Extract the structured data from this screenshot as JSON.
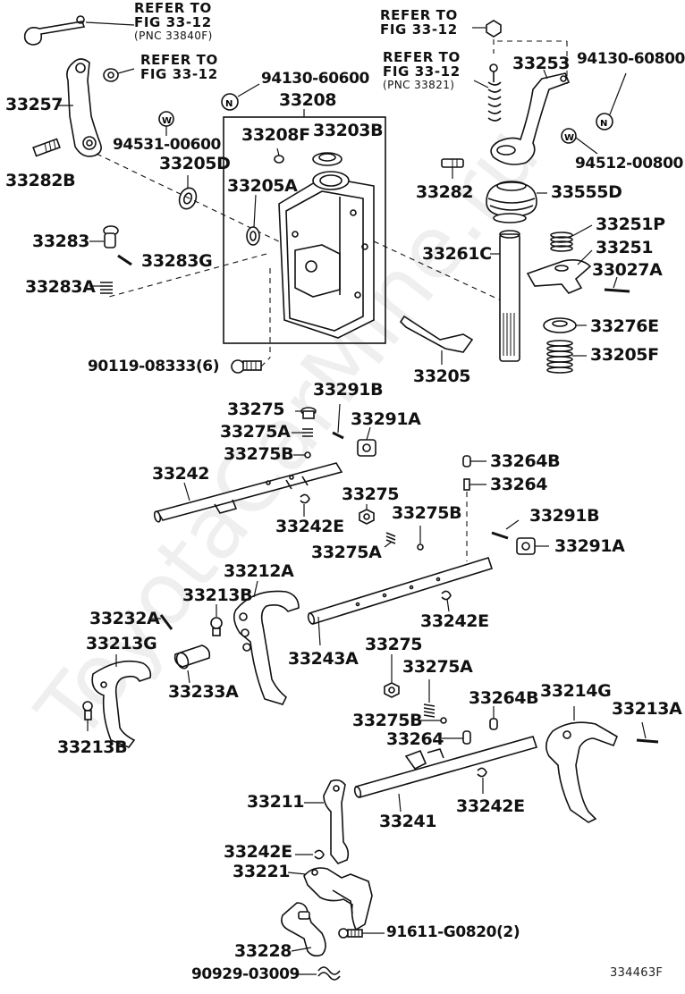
{
  "diagram": {
    "refs": {
      "ref1": {
        "line1": "REFER TO",
        "line2": "FIG 33-12",
        "pnc": "(PNC 33840F)"
      },
      "ref2": {
        "line1": "REFER TO",
        "line2": "FIG 33-12"
      },
      "ref3": {
        "line1": "REFER TO",
        "line2": "FIG 33-12"
      },
      "ref4": {
        "line1": "REFER TO",
        "line2": "FIG 33-12",
        "pnc": "(PNC 33821)"
      }
    },
    "parts": {
      "p33257": "33257",
      "p33282B": "33282B",
      "p94531": "94531-00600",
      "p33205D": "33205D",
      "p94130a": "94130-60600",
      "p33208": "33208",
      "p33208F": "33208F",
      "p33203B": "33203B",
      "p33205A": "33205A",
      "p33283": "33283",
      "p33283G": "33283G",
      "p33283A": "33283A",
      "p90119": "90119-08333(6)",
      "p33253": "33253",
      "p94130b": "94130-60800",
      "p94512": "94512-00800",
      "p33282": "33282",
      "p33555D": "33555D",
      "p33251P": "33251P",
      "p33251": "33251",
      "p33261C": "33261C",
      "p33027A": "33027A",
      "p33276E": "33276E",
      "p33205F": "33205F",
      "p33205": "33205",
      "p33275a": "33275",
      "p33275Aa": "33275A",
      "p33275Ba": "33275B",
      "p33291Ba": "33291B",
      "p33291Aa": "33291A",
      "p33242": "33242",
      "p33242Ea": "33242E",
      "p33264B": "33264B",
      "p33264": "33264",
      "p33275b": "33275",
      "p33275Bb": "33275B",
      "p33275Ab": "33275A",
      "p33291Bb": "33291B",
      "p33291Ab": "33291A",
      "p33212A": "33212A",
      "p33213B": "33213B",
      "p33232A": "33232A",
      "p33213G": "33213G",
      "p33233A": "33233A",
      "p33213Bb": "33213B",
      "p33243A": "33243A",
      "p33242Eb": "33242E",
      "p33275c": "33275",
      "p33275Ac": "33275A",
      "p33275Bc": "33275B",
      "p33264c": "33264",
      "p33264Bc": "33264B",
      "p33214G": "33214G",
      "p33213A": "33213A",
      "p33211": "33211",
      "p33241": "33241",
      "p33242Ec": "33242E",
      "p33242Ed": "33242E",
      "p33221": "33221",
      "p91611": "91611-G0820(2)",
      "p33228": "33228",
      "p90929": "90929-03009"
    },
    "watermark": "ToyotaCarMine.ru",
    "figure_code": "334463F"
  }
}
